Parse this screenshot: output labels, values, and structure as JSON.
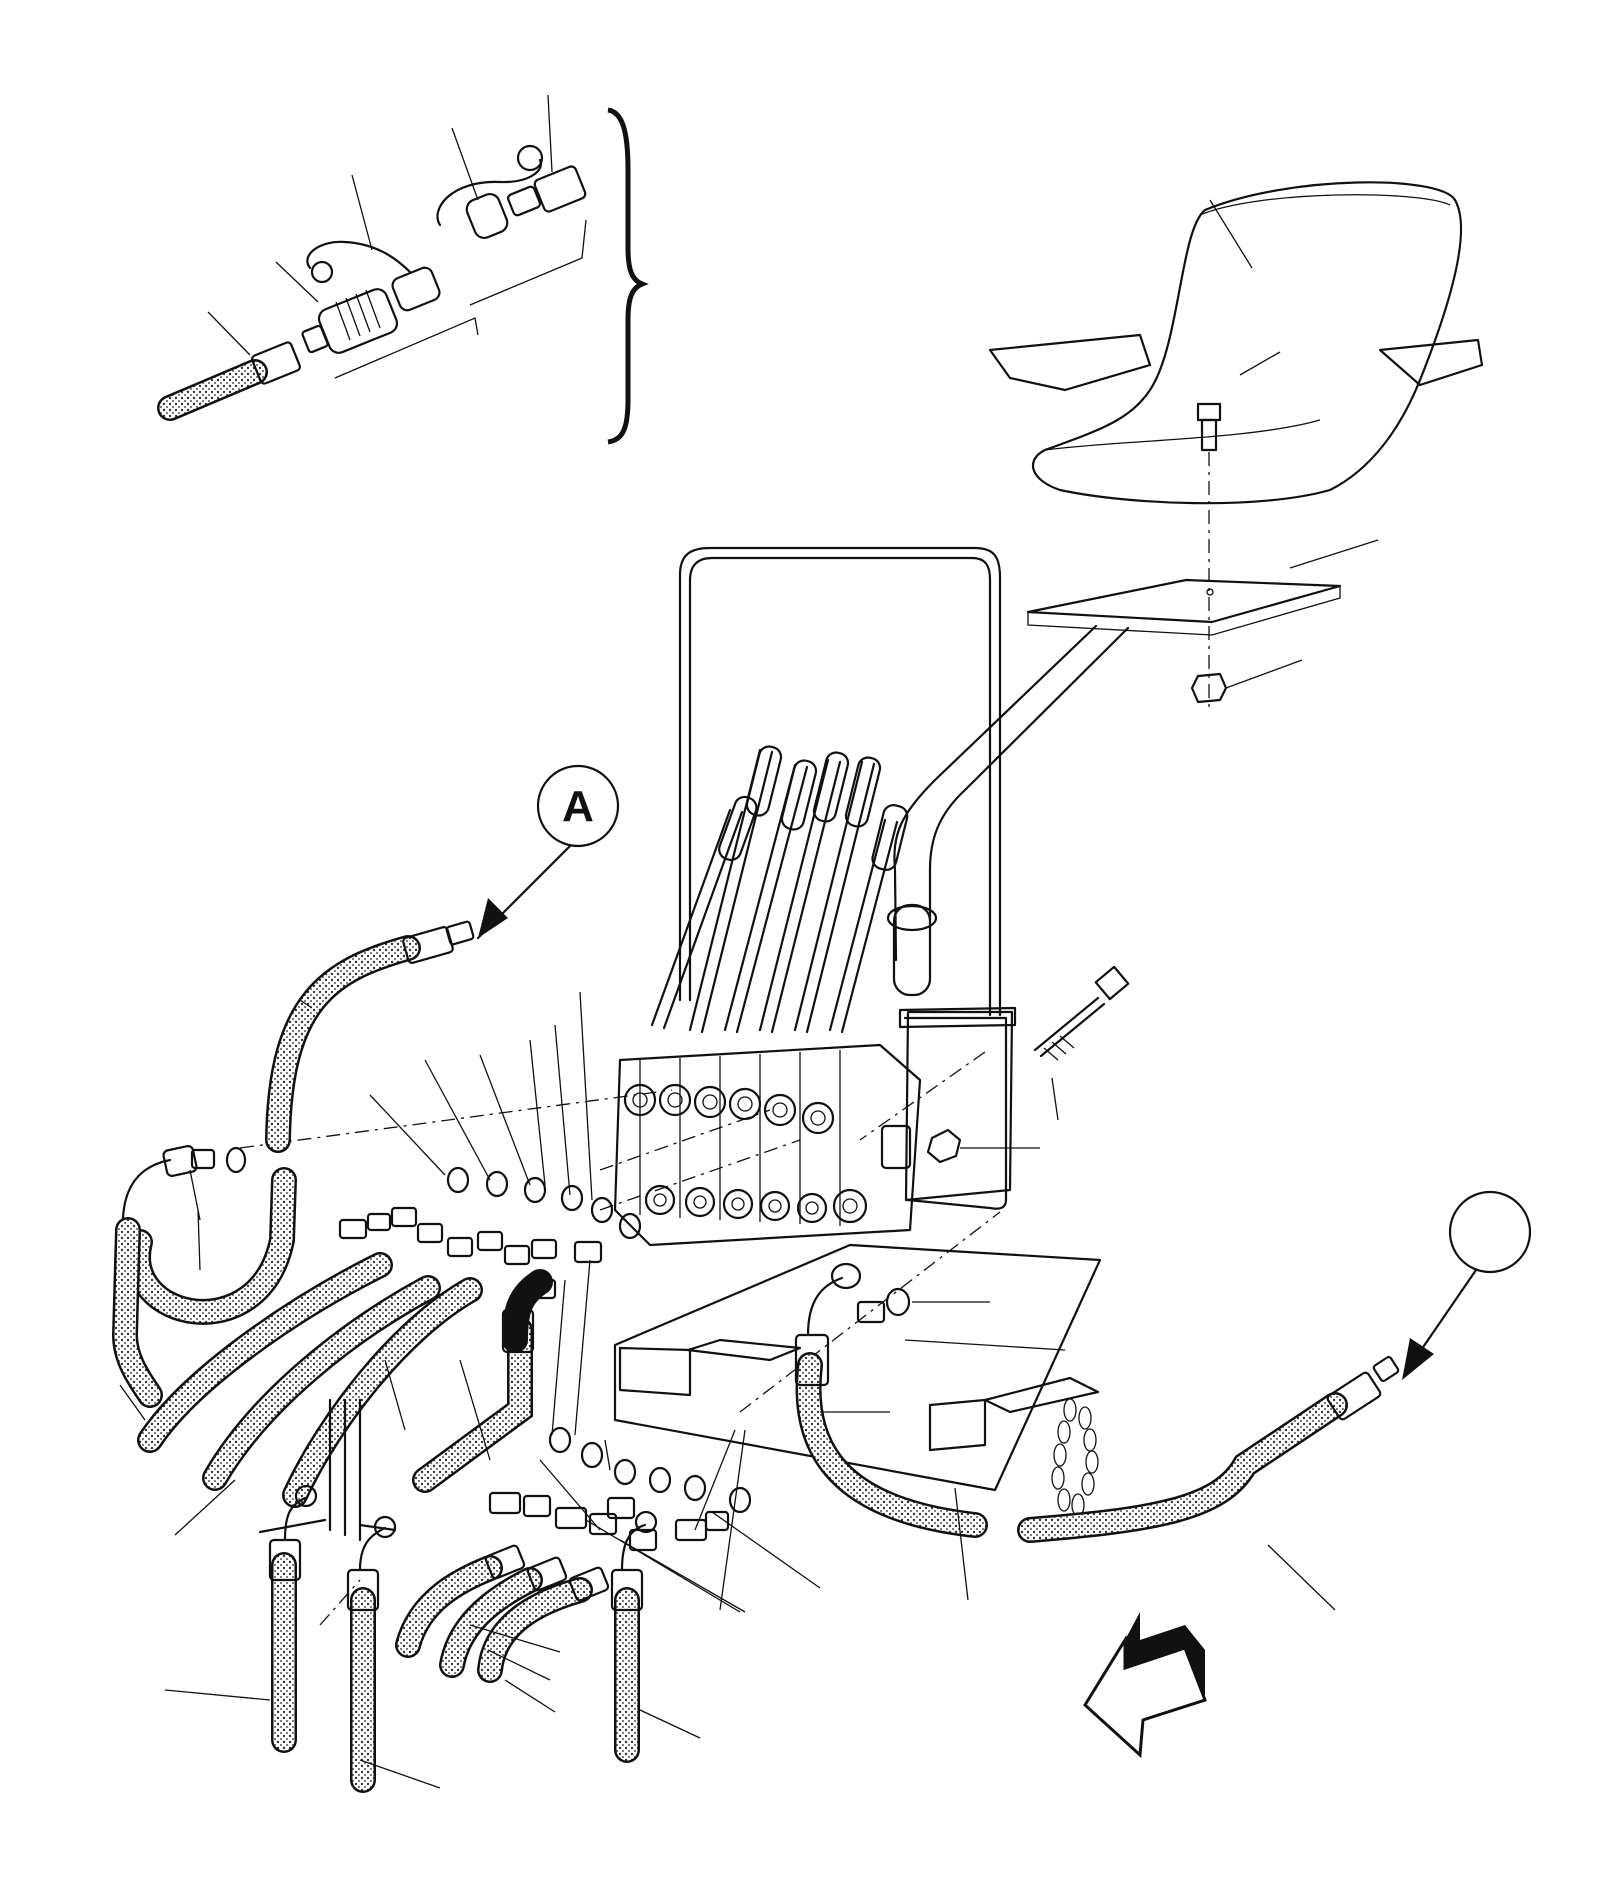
{
  "diagram": {
    "callouts": [
      {
        "id": "detail-a",
        "label": "A"
      },
      {
        "id": "detail-b",
        "label": ""
      }
    ]
  }
}
